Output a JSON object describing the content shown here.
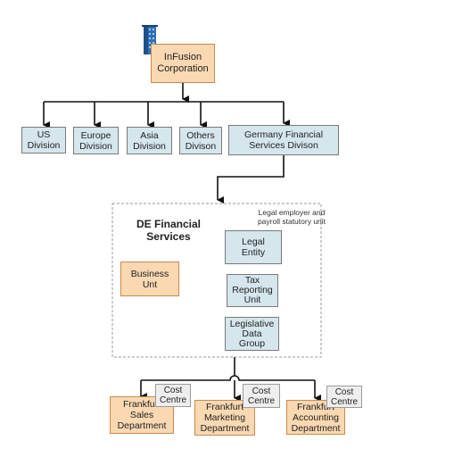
{
  "corporation": {
    "label": "InFusion\nCorporation"
  },
  "divisions": [
    {
      "label": "US\nDivision"
    },
    {
      "label": "Europe\nDivision"
    },
    {
      "label": "Asia\nDivision"
    },
    {
      "label": "Others\nDivison"
    },
    {
      "label": "Germany Financial\nServices Divison"
    }
  ],
  "group": {
    "title": "DE Financial\nServices",
    "note": "Legal employer and\npayroll statutory unit",
    "business_unit": "Business\nUnt",
    "legal_entity": "Legal\nEntity",
    "tax_unit": "Tax\nReporting\nUnit",
    "ldg": "Legislative\nData\nGroup"
  },
  "departments": [
    {
      "label": "Frankfurt\nSales\nDepartment",
      "cost": "Cost\nCentre"
    },
    {
      "label": "Frankfurt\nMarketing\nDepartment",
      "cost": "Cost\nCentre"
    },
    {
      "label": "Frankfurt\nAccounting\nDepartment",
      "cost": "Cost\nCentre"
    }
  ],
  "colors": {
    "blue_fill": "#d5e6ed",
    "orange_fill": "#f9d8b2",
    "gray_fill": "#eeeeee"
  },
  "icons": {
    "corporation": "office-building-icon"
  }
}
